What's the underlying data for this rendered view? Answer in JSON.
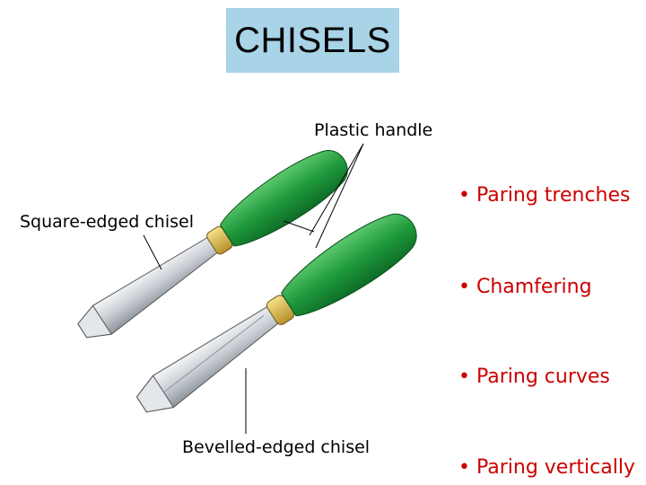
{
  "slide": {
    "title": "CHISELS",
    "labels": {
      "plastic_handle": "Plastic handle",
      "square_edged": "Square-edged chisel",
      "bevelled_edged": "Bevelled-edged chisel"
    },
    "bullets": [
      "• Paring trenches",
      "• Chamfering",
      "• Paring curves",
      "• Paring vertically"
    ]
  },
  "colors": {
    "title_bg": "#a9d3e6",
    "bullet_text": "#cc0000",
    "handle_green": "#1f9a3c",
    "ferrule_gold": "#d9b84a",
    "blade_steel": "#c9ced4"
  }
}
